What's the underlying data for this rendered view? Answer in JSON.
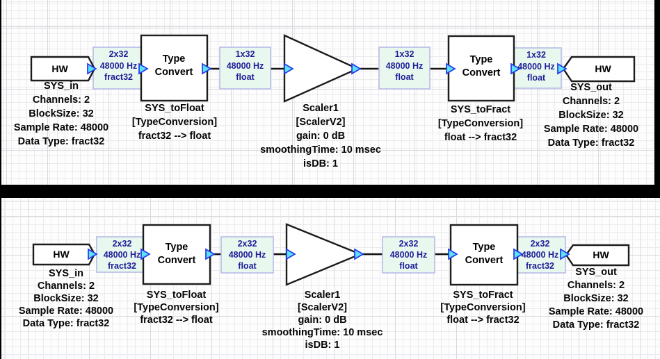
{
  "colors": {
    "frame_bg": "#000000",
    "canvas_bg": "#fdfdfd",
    "grid_minor": "#ebebee",
    "grid_major": "#d9d9de",
    "block_fill": "#ffffff",
    "block_stroke": "#1c1c1c",
    "wire": "#141414",
    "wire_label_fill": "#e9f8ee",
    "wire_label_border": "#b7bbe7",
    "wire_label_text": "#1e1e99",
    "annotation_text": "#050505",
    "pin_fill": "#5de1f4",
    "pin_stroke": "#2438ec"
  },
  "panels": [
    {
      "id": "top",
      "hw_in": {
        "label": "HW",
        "annotations": [
          "SYS_in",
          "Channels: 2",
          "BlockSize: 32",
          "Sample Rate: 48000",
          "Data Type: fract32"
        ]
      },
      "wire_label_1": {
        "lines": [
          "2x32",
          "48000 Hz",
          "fract32"
        ]
      },
      "type_convert_in": {
        "label": "Type Convert",
        "annotations": [
          "SYS_toFloat",
          "[TypeConversion]",
          "fract32 --> float"
        ]
      },
      "wire_label_2": {
        "lines": [
          "1x32",
          "48000 Hz",
          "float"
        ]
      },
      "scaler": {
        "annotations": [
          "Scaler1",
          "[ScalerV2]",
          "gain: 0 dB",
          "smoothingTime: 10 msec",
          "isDB: 1"
        ]
      },
      "wire_label_3": {
        "lines": [
          "1x32",
          "48000 Hz",
          "float"
        ]
      },
      "type_convert_out": {
        "label": "Type Convert",
        "annotations": [
          "SYS_toFract",
          "[TypeConversion]",
          "float --> fract32"
        ]
      },
      "wire_label_4": {
        "lines": [
          "1x32",
          "48000 Hz",
          "float"
        ]
      },
      "hw_out": {
        "label": "HW",
        "annotations": [
          "SYS_out",
          "Channels: 2",
          "BlockSize: 32",
          "Sample Rate: 48000",
          "Data Type: fract32"
        ]
      }
    },
    {
      "id": "bottom",
      "hw_in": {
        "label": "HW",
        "annotations": [
          "SYS_in",
          "Channels: 2",
          "BlockSize: 32",
          "Sample Rate: 48000",
          "Data Type: fract32"
        ]
      },
      "wire_label_1": {
        "lines": [
          "2x32",
          "48000 Hz",
          "fract32"
        ]
      },
      "type_convert_in": {
        "label": "Type Convert",
        "annotations": [
          "SYS_toFloat",
          "[TypeConversion]",
          "fract32 --> float"
        ]
      },
      "wire_label_2": {
        "lines": [
          "2x32",
          "48000 Hz",
          "float"
        ]
      },
      "scaler": {
        "annotations": [
          "Scaler1",
          "[ScalerV2]",
          "gain: 0 dB",
          "smoothingTime: 10 msec",
          "isDB: 1"
        ]
      },
      "wire_label_3": {
        "lines": [
          "2x32",
          "48000 Hz",
          "float"
        ]
      },
      "type_convert_out": {
        "label": "Type Convert",
        "annotations": [
          "SYS_toFract",
          "[TypeConversion]",
          "float --> fract32"
        ]
      },
      "wire_label_4": {
        "lines": [
          "2x32",
          "48000 Hz",
          "fract32"
        ]
      },
      "hw_out": {
        "label": "HW",
        "annotations": [
          "SYS_out",
          "Channels: 2",
          "BlockSize: 32",
          "Sample Rate: 48000",
          "Data Type: fract32"
        ]
      }
    }
  ]
}
